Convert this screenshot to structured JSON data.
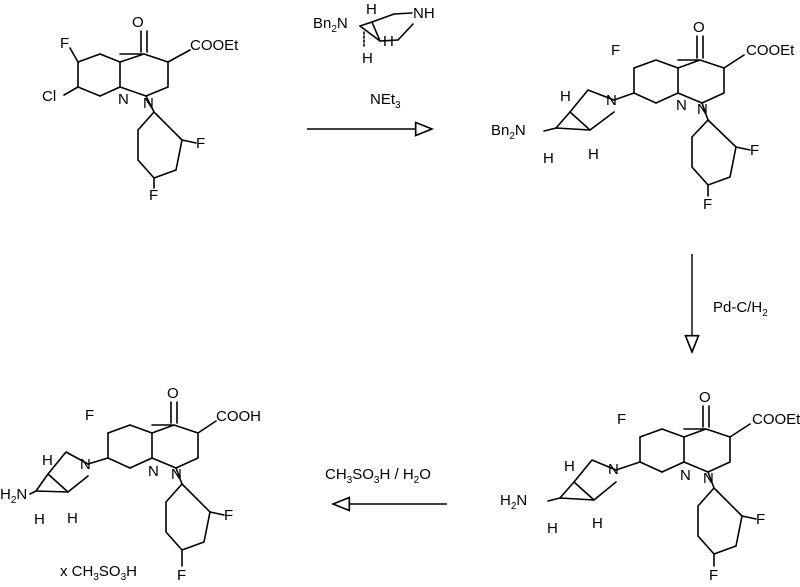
{
  "scheme": {
    "reagents": {
      "step1_reagent": "NEt",
      "step1_reagent_sub": "3",
      "step2_reagent": "Pd-C/H",
      "step2_reagent_sub": "2",
      "step3_reagent_a": "CH",
      "step3_reagent_a_sub": "3",
      "step3_reagent_b": "SO",
      "step3_reagent_b_sub": "3",
      "step3_reagent_c": "H / H",
      "step3_reagent_c_sub": "2",
      "step3_reagent_d": "O"
    },
    "labels": {
      "oxo": "O",
      "ester": "COOEt",
      "acid": "COOH",
      "fluoro": "F",
      "chloro": "Cl",
      "ring_n": "N",
      "amine_nh": "NH",
      "bn": "Bn",
      "bn_sub": "2",
      "amino_n": "N",
      "h": "H",
      "h2n": "H",
      "h2n_sub": "2",
      "salt_prefix": "x CH",
      "salt_sub1": "3",
      "salt_mid": "SO",
      "salt_sub2": "3",
      "salt_end": "H"
    },
    "arrow_style": "open-triangle-head"
  }
}
